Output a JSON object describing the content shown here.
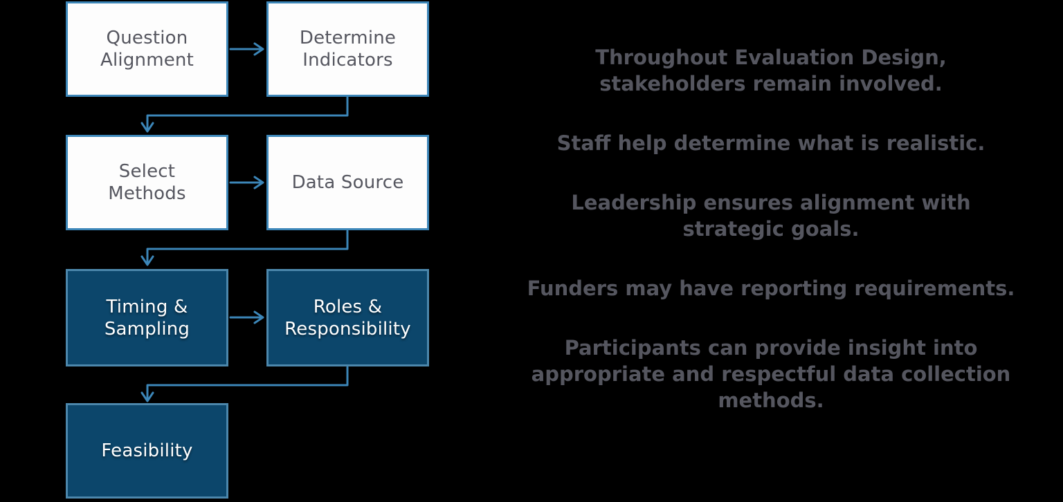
{
  "colors": {
    "background": "#000000",
    "box_border": "#3c86b8",
    "light_box_fill": "#fdfdfd",
    "dark_box_fill": "#0c466b",
    "dark_box_border": "#4c87ac",
    "arrow": "#3c86b8",
    "box_text": "#55565f",
    "dark_box_text": "#ffffff",
    "note_text": "#55565f"
  },
  "flowchart": {
    "boxes": [
      {
        "id": "question-alignment",
        "style": "light",
        "lines": [
          "Question",
          "Alignment"
        ]
      },
      {
        "id": "determine-indicators",
        "style": "light",
        "lines": [
          "Determine",
          "Indicators"
        ]
      },
      {
        "id": "select-methods",
        "style": "light",
        "lines": [
          "Select",
          "Methods"
        ]
      },
      {
        "id": "data-source",
        "style": "light",
        "lines": [
          "Data Source"
        ]
      },
      {
        "id": "timing-sampling",
        "style": "dark",
        "lines": [
          "Timing &",
          "Sampling"
        ]
      },
      {
        "id": "roles-responsibility",
        "style": "dark",
        "lines": [
          "Roles &",
          "Responsibility"
        ]
      },
      {
        "id": "feasibility",
        "style": "dark",
        "lines": [
          "Feasibility"
        ]
      }
    ]
  },
  "notes": {
    "paragraphs": [
      {
        "lines": [
          "Throughout Evaluation Design,",
          "stakeholders remain involved."
        ]
      },
      {
        "lines": [
          "Staff help determine what is realistic."
        ]
      },
      {
        "lines": [
          "Leadership ensures alignment with",
          "strategic goals."
        ]
      },
      {
        "lines": [
          "Funders may have reporting requirements."
        ]
      },
      {
        "lines": [
          "Participants can provide insight into",
          "appropriate and respectful data collection",
          "methods."
        ]
      }
    ]
  }
}
